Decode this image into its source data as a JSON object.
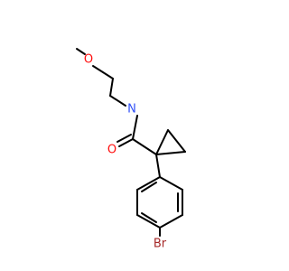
{
  "molecule": {
    "atoms": {
      "oxygen_methoxy": {
        "symbol": "O",
        "color": "#ff0d0d"
      },
      "nitrogen_amide": {
        "symbol": "N",
        "color": "#3050f8"
      },
      "oxygen_carbonyl": {
        "symbol": "O",
        "color": "#ff0d0d"
      },
      "bromine": {
        "symbol": "Br",
        "color": "#a62929"
      }
    },
    "bond_color": "#000000"
  }
}
